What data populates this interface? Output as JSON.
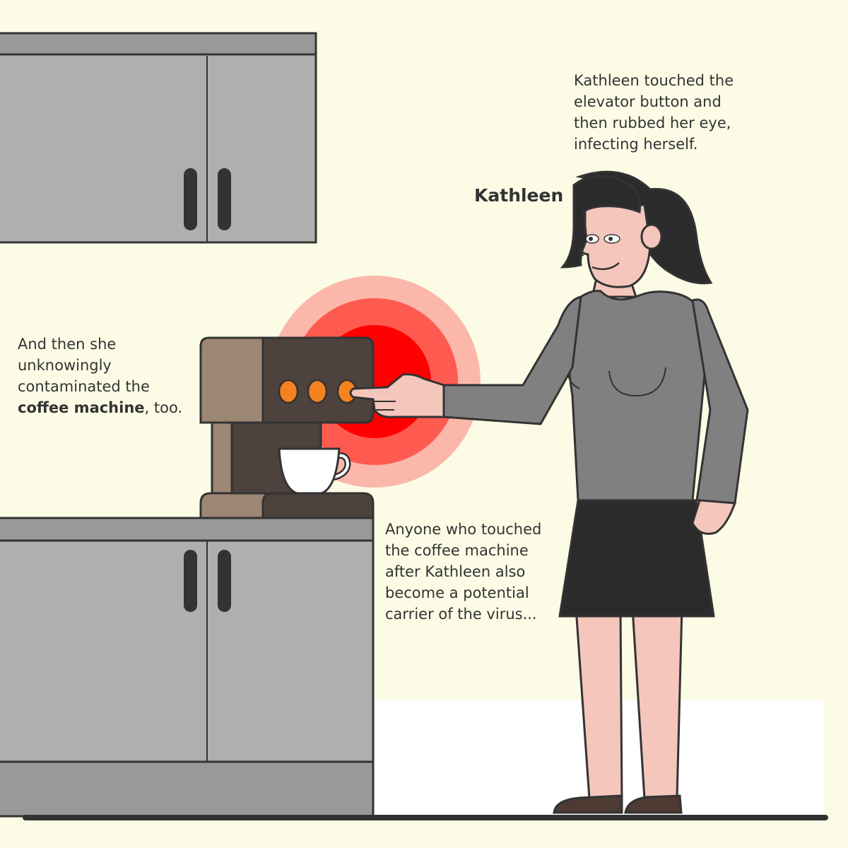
{
  "captions": {
    "kathleen_infected": {
      "lines": [
        "Kathleen touched the",
        "elevator button and",
        "then rubbed her eye,",
        "infecting herself."
      ]
    },
    "coffee_contaminated": {
      "line1": "And then she",
      "line2": "unknowingly",
      "line3": "contaminated the",
      "line4_bold": "coffee machine",
      "line4_rest": ", too."
    },
    "others_carriers": {
      "lines": [
        "Anyone who touched",
        "the coffee machine",
        "after Kathleen also",
        "become a potential",
        "carrier of the virus..."
      ]
    }
  },
  "character": {
    "name": "Kathleen"
  },
  "colors": {
    "background": "#fcfce6",
    "cabinet": "#afafaf",
    "outline": "#333333",
    "contamination": "#ff0000",
    "machine_button": "#f5821f",
    "skin": "#f4c6bc",
    "shirt": "#808080",
    "skirt": "#2b2b2b"
  },
  "icons": [
    "kitchen-cabinet",
    "coffee-machine",
    "coffee-cup",
    "woman-figure"
  ]
}
